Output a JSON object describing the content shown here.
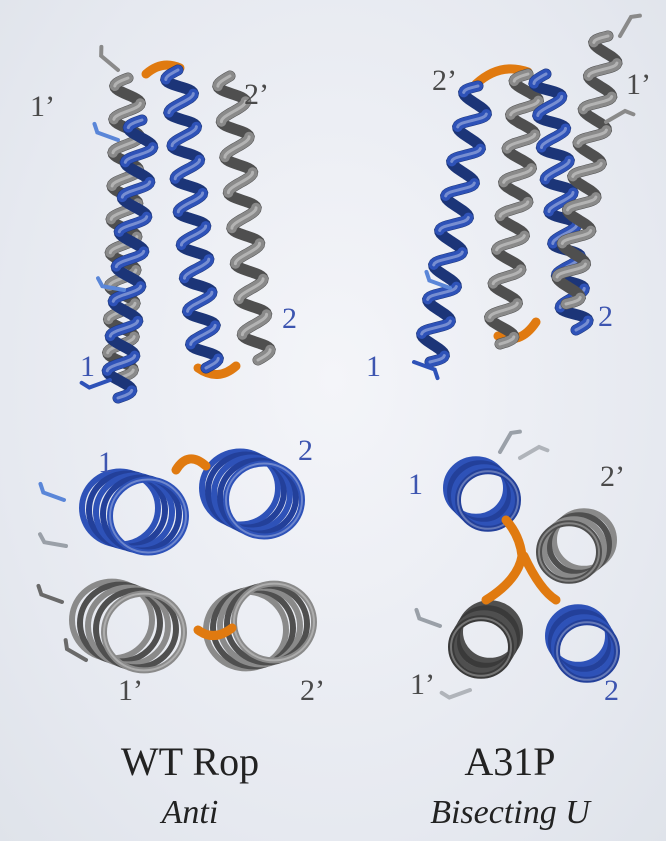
{
  "figure": {
    "panels": [
      {
        "id": "wt-rop",
        "title": "WT Rop",
        "subtitle": "Anti",
        "side_view_labels": {
          "h1": "1",
          "h2": "2",
          "h1p": "1’",
          "h2p": "2’"
        },
        "top_view_labels": {
          "h1": "1",
          "h2": "2",
          "h1p": "1’",
          "h2p": "2’"
        }
      },
      {
        "id": "a31p",
        "title": "A31P",
        "subtitle": "Bisecting U",
        "side_view_labels": {
          "h1": "1",
          "h2": "2",
          "h1p": "1’",
          "h2p": "2’"
        },
        "top_view_labels": {
          "h1": "1",
          "h2": "2",
          "h1p": "1’",
          "h2p": "2’"
        }
      }
    ],
    "colors": {
      "helix_blue": "#2e52b8",
      "helix_blue_light": "#5a86d8",
      "helix_gray": "#8a8a8a",
      "helix_gray_dark": "#4f4f4f",
      "loop_orange": "#e07a10",
      "label_blue": "#3d55b0",
      "label_dark": "#4a4a4a"
    }
  }
}
